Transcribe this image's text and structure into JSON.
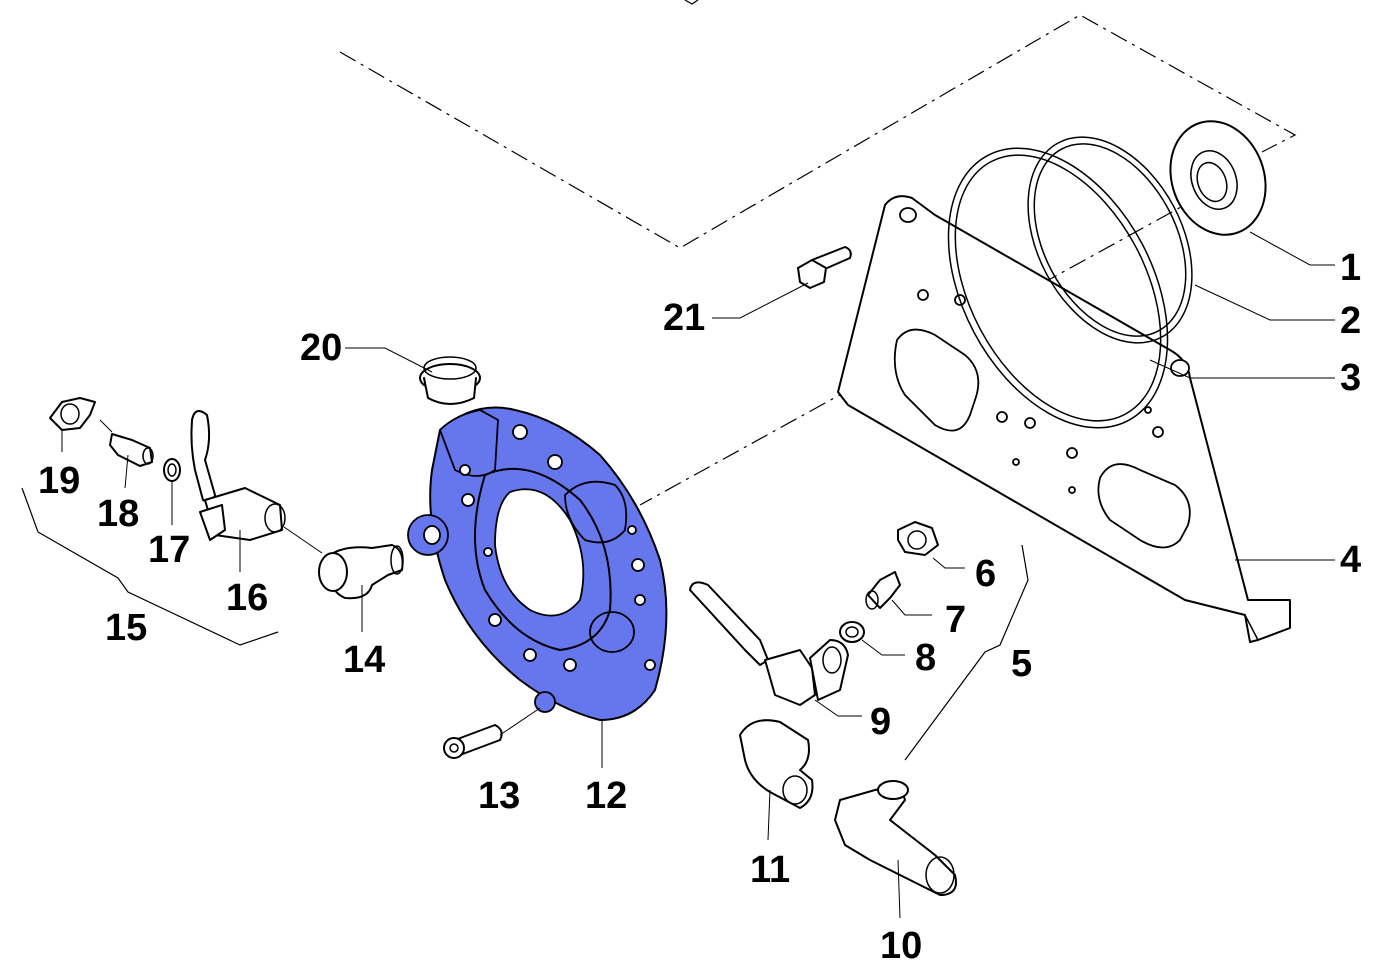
{
  "diagram": {
    "highlight_color": "#6677ee",
    "callouts": {
      "c1": "1",
      "c2": "2",
      "c3": "3",
      "c4": "4",
      "c5": "5",
      "c6": "6",
      "c7": "7",
      "c8": "8",
      "c9": "9",
      "c10": "10",
      "c11": "11",
      "c12": "12",
      "c13": "13",
      "c14": "14",
      "c15": "15",
      "c16": "16",
      "c17": "17",
      "c18": "18",
      "c19": "19",
      "c20": "20",
      "c21": "21"
    }
  }
}
